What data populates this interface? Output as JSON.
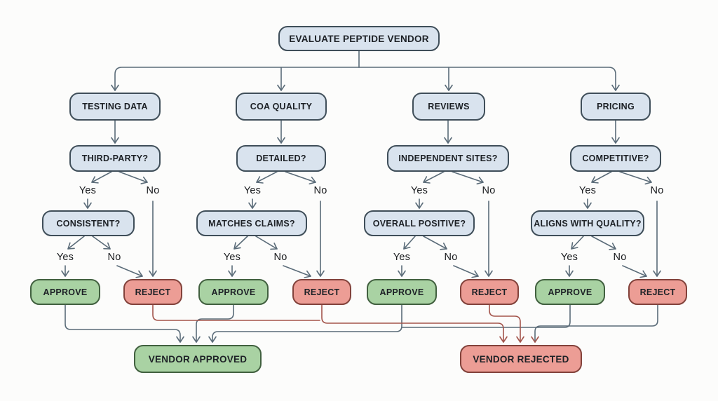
{
  "title": "EVALUATE PEPTIDE VENDOR",
  "labels": {
    "yes": "Yes",
    "no": "No",
    "approve": "APPROVE",
    "reject": "REJECT"
  },
  "branches": [
    {
      "category": "TESTING DATA",
      "question1": "THIRD-PARTY?",
      "question2": "CONSISTENT?"
    },
    {
      "category": "COA QUALITY",
      "question1": "DETAILED?",
      "question2": "MATCHES CLAIMS?"
    },
    {
      "category": "REVIEWS",
      "question1": "INDEPENDENT SITES?",
      "question2": "OVERALL POSITIVE?"
    },
    {
      "category": "PRICING",
      "question1": "COMPETITIVE?",
      "question2": "ALIGNS WITH QUALITY?"
    }
  ],
  "outcomes": {
    "approved": "VENDOR APPROVED",
    "rejected": "VENDOR REJECTED"
  },
  "colors": {
    "node_fill": "#d9e3ee",
    "node_border": "#3f4e59",
    "approve_fill": "#a9d2a3",
    "approve_border": "#41603f",
    "reject_fill": "#ec9d95",
    "reject_border": "#82423b",
    "line": "#5a6b78",
    "reject_line": "#a3544b"
  }
}
